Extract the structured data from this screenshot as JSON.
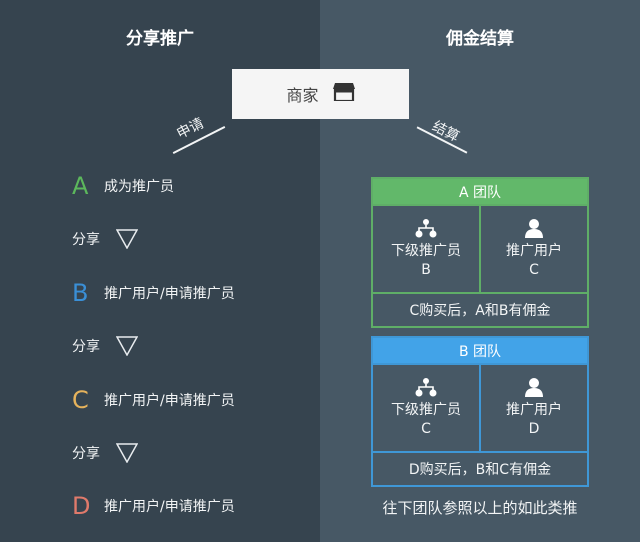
{
  "left": {
    "title": "分享推广",
    "apply_label": "申请",
    "steps": [
      {
        "letter": "A",
        "color": "#5cb85c",
        "text": "成为推广员"
      },
      {
        "letter": "B",
        "color": "#3a8fd6",
        "text": "推广用户/申请推广员"
      },
      {
        "letter": "C",
        "color": "#e6b35c",
        "text": "推广用户/申请推广员"
      },
      {
        "letter": "D",
        "color": "#e07a6b",
        "text": "推广用户/申请推广员"
      }
    ],
    "share_label": "分享"
  },
  "merchant": {
    "label": "商家",
    "icon": "store-icon"
  },
  "right": {
    "title": "佣金结算",
    "settle_label": "结算",
    "teams": [
      {
        "header": "A 团队",
        "color": "#62b86a",
        "border": "#5fae67",
        "cells": [
          {
            "icon": "hierarchy-icon",
            "label": "下级推广员",
            "value": "B"
          },
          {
            "icon": "user-icon",
            "label": "推广用户",
            "value": "C"
          }
        ],
        "footer": "C购买后，A和B有佣金"
      },
      {
        "header": "B 团队",
        "color": "#42a3e8",
        "border": "#3f97d6",
        "cells": [
          {
            "icon": "hierarchy-icon",
            "label": "下级推广员",
            "value": "C"
          },
          {
            "icon": "user-icon",
            "label": "推广用户",
            "value": "D"
          }
        ],
        "footer": "D购买后，B和C有佣金"
      }
    ],
    "note": "往下团队参照以上的如此类推"
  }
}
